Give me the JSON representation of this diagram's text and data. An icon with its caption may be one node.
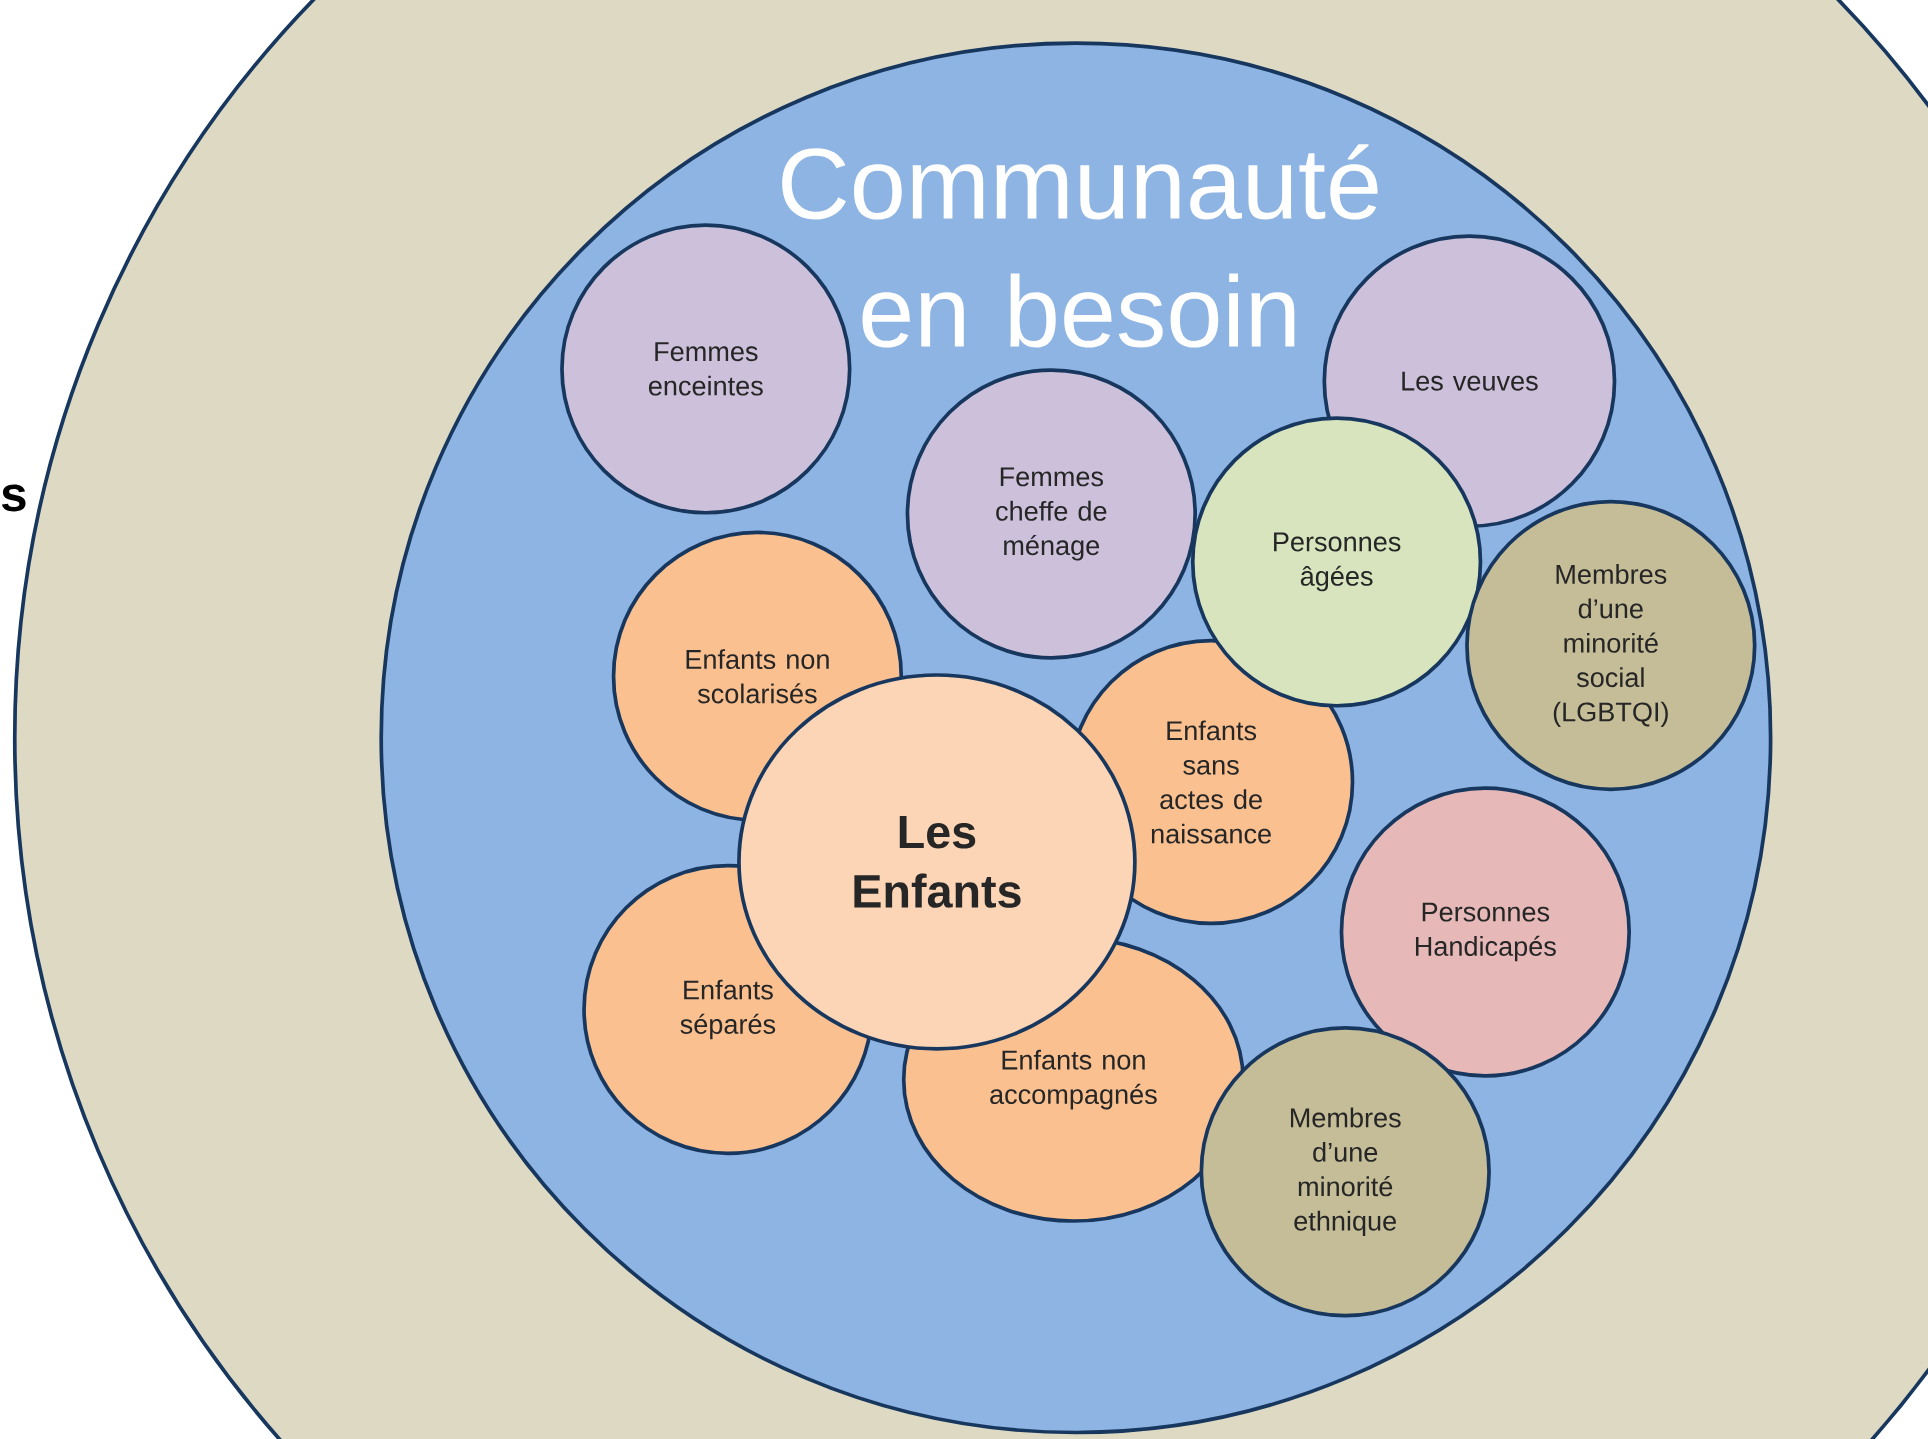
{
  "diagram": {
    "nodes": [
      {
        "text": [],
        "shape": "circle"
      },
      {
        "text": [
          "Communauté en besoin"
        ],
        "in": 0
      },
      {
        "text": [
          "Femmes enceintes"
        ],
        "in": 1
      },
      {
        "text": [
          "Les veuves"
        ],
        "in": 1
      },
      {
        "text": [
          "Femmes cheffe de ménage"
        ],
        "in": 1
      },
      {
        "text": [
          "Personnes âgées"
        ],
        "in": 1
      },
      {
        "text": [
          "Membres d’une minorité social (LGBTQI)"
        ],
        "in": 1
      },
      {
        "text": [
          "Enfants non scolarisés"
        ],
        "in": 1
      },
      {
        "text": [
          "Enfants sans actes de naissance"
        ],
        "in": 1
      },
      {
        "text": [
          "Les Enfants"
        ],
        "in": 1
      },
      {
        "text": [
          "Personnes Handicapés"
        ],
        "in": 1
      },
      {
        "text": [
          "Enfants séparés"
        ],
        "in": 1
      },
      {
        "text": [
          "Enfants non accompagnés"
        ],
        "in": 1
      },
      {
        "text": [
          "Membres d’une minorité ethnique"
        ],
        "in": 1
      }
    ],
    "labels": [
      "s"
    ]
  }
}
